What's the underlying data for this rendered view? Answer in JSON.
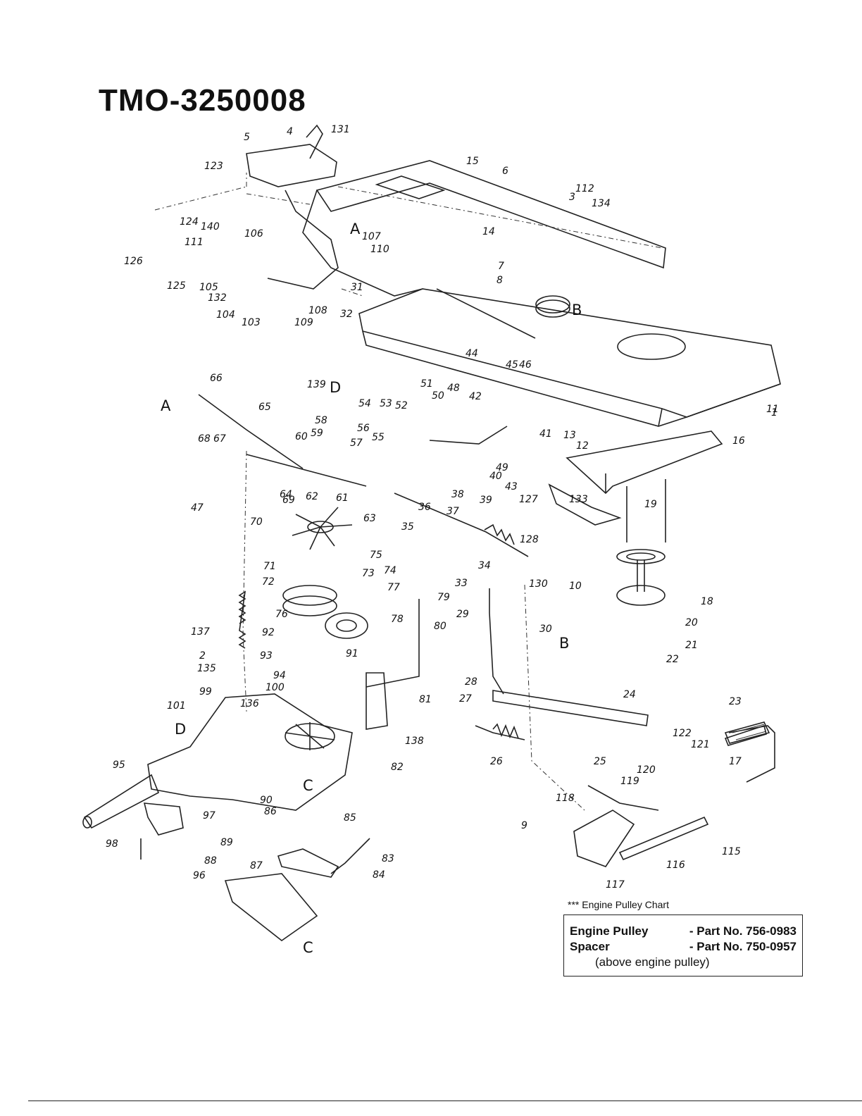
{
  "title": "TMO-3250008",
  "callouts": [
    "1",
    "2",
    "3",
    "5",
    "6",
    "7",
    "8",
    "10",
    "11",
    "12",
    "13",
    "14",
    "15",
    "16",
    "18",
    "19",
    "20",
    "21",
    "22",
    "23",
    "24",
    "25",
    "26",
    "27",
    "28",
    "29",
    "30",
    "31",
    "32",
    "33",
    "34",
    "35",
    "36",
    "37",
    "38",
    "39",
    "40",
    "41",
    "42",
    "43",
    "44",
    "45",
    "46",
    "47",
    "48",
    "49",
    "50",
    "51",
    "52",
    "53",
    "54",
    "55",
    "56",
    "57",
    "58",
    "59",
    "60",
    "61",
    "62",
    "63",
    "64",
    "65",
    "66",
    "67",
    "68",
    "69",
    "70",
    "71",
    "72",
    "73",
    "74",
    "75",
    "76",
    "77",
    "78",
    "79",
    "80",
    "81",
    "82",
    "83",
    "84",
    "85",
    "86",
    "87",
    "88",
    "89",
    "90",
    "91",
    "92",
    "93",
    "94",
    "95",
    "96",
    "97",
    "98",
    "99",
    "100",
    "101",
    "103",
    "104",
    "105",
    "106",
    "107",
    "108",
    "109",
    "110",
    "111",
    "112",
    "115",
    "116",
    "117",
    "118",
    "119",
    "120",
    "121",
    "122",
    "123",
    "124",
    "125",
    "126",
    "127",
    "128",
    "130",
    "131",
    "132",
    "133",
    "134",
    "135",
    "136",
    "137",
    "138",
    "139",
    "140",
    "4",
    "17",
    "9"
  ],
  "reference_letters": [
    "A",
    "B",
    "C",
    "D"
  ],
  "pulley_chart": {
    "caption": "*** Engine Pulley Chart",
    "rows": [
      {
        "item": "Engine Pulley",
        "part": "- Part No. 756-0983"
      },
      {
        "item": "Spacer",
        "part": "- Part No. 750-0957"
      }
    ],
    "note": "(above engine pulley)"
  }
}
